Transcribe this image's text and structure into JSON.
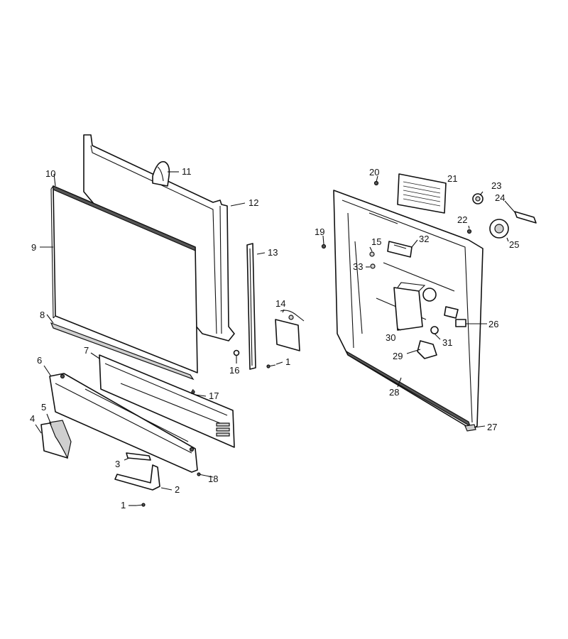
{
  "callouts": [
    {
      "id": "1a",
      "text": "1"
    },
    {
      "id": "1b",
      "text": "1"
    },
    {
      "id": "2",
      "text": "2"
    },
    {
      "id": "3",
      "text": "3"
    },
    {
      "id": "4",
      "text": "4"
    },
    {
      "id": "5",
      "text": "5"
    },
    {
      "id": "6",
      "text": "6"
    },
    {
      "id": "7",
      "text": "7"
    },
    {
      "id": "8",
      "text": "8"
    },
    {
      "id": "9",
      "text": "9"
    },
    {
      "id": "10",
      "text": "10"
    },
    {
      "id": "11",
      "text": "11"
    },
    {
      "id": "12",
      "text": "12"
    },
    {
      "id": "13",
      "text": "13"
    },
    {
      "id": "14",
      "text": "14"
    },
    {
      "id": "15",
      "text": "15"
    },
    {
      "id": "16",
      "text": "16"
    },
    {
      "id": "17",
      "text": "17"
    },
    {
      "id": "18",
      "text": "18"
    },
    {
      "id": "19",
      "text": "19"
    },
    {
      "id": "20",
      "text": "20"
    },
    {
      "id": "21",
      "text": "21"
    },
    {
      "id": "22",
      "text": "22"
    },
    {
      "id": "23",
      "text": "23"
    },
    {
      "id": "24",
      "text": "24"
    },
    {
      "id": "25",
      "text": "25"
    },
    {
      "id": "26",
      "text": "26"
    },
    {
      "id": "27",
      "text": "27"
    },
    {
      "id": "28",
      "text": "28"
    },
    {
      "id": "29",
      "text": "29"
    },
    {
      "id": "30",
      "text": "30"
    },
    {
      "id": "31",
      "text": "31"
    },
    {
      "id": "32",
      "text": "32"
    },
    {
      "id": "33",
      "text": "33"
    }
  ]
}
